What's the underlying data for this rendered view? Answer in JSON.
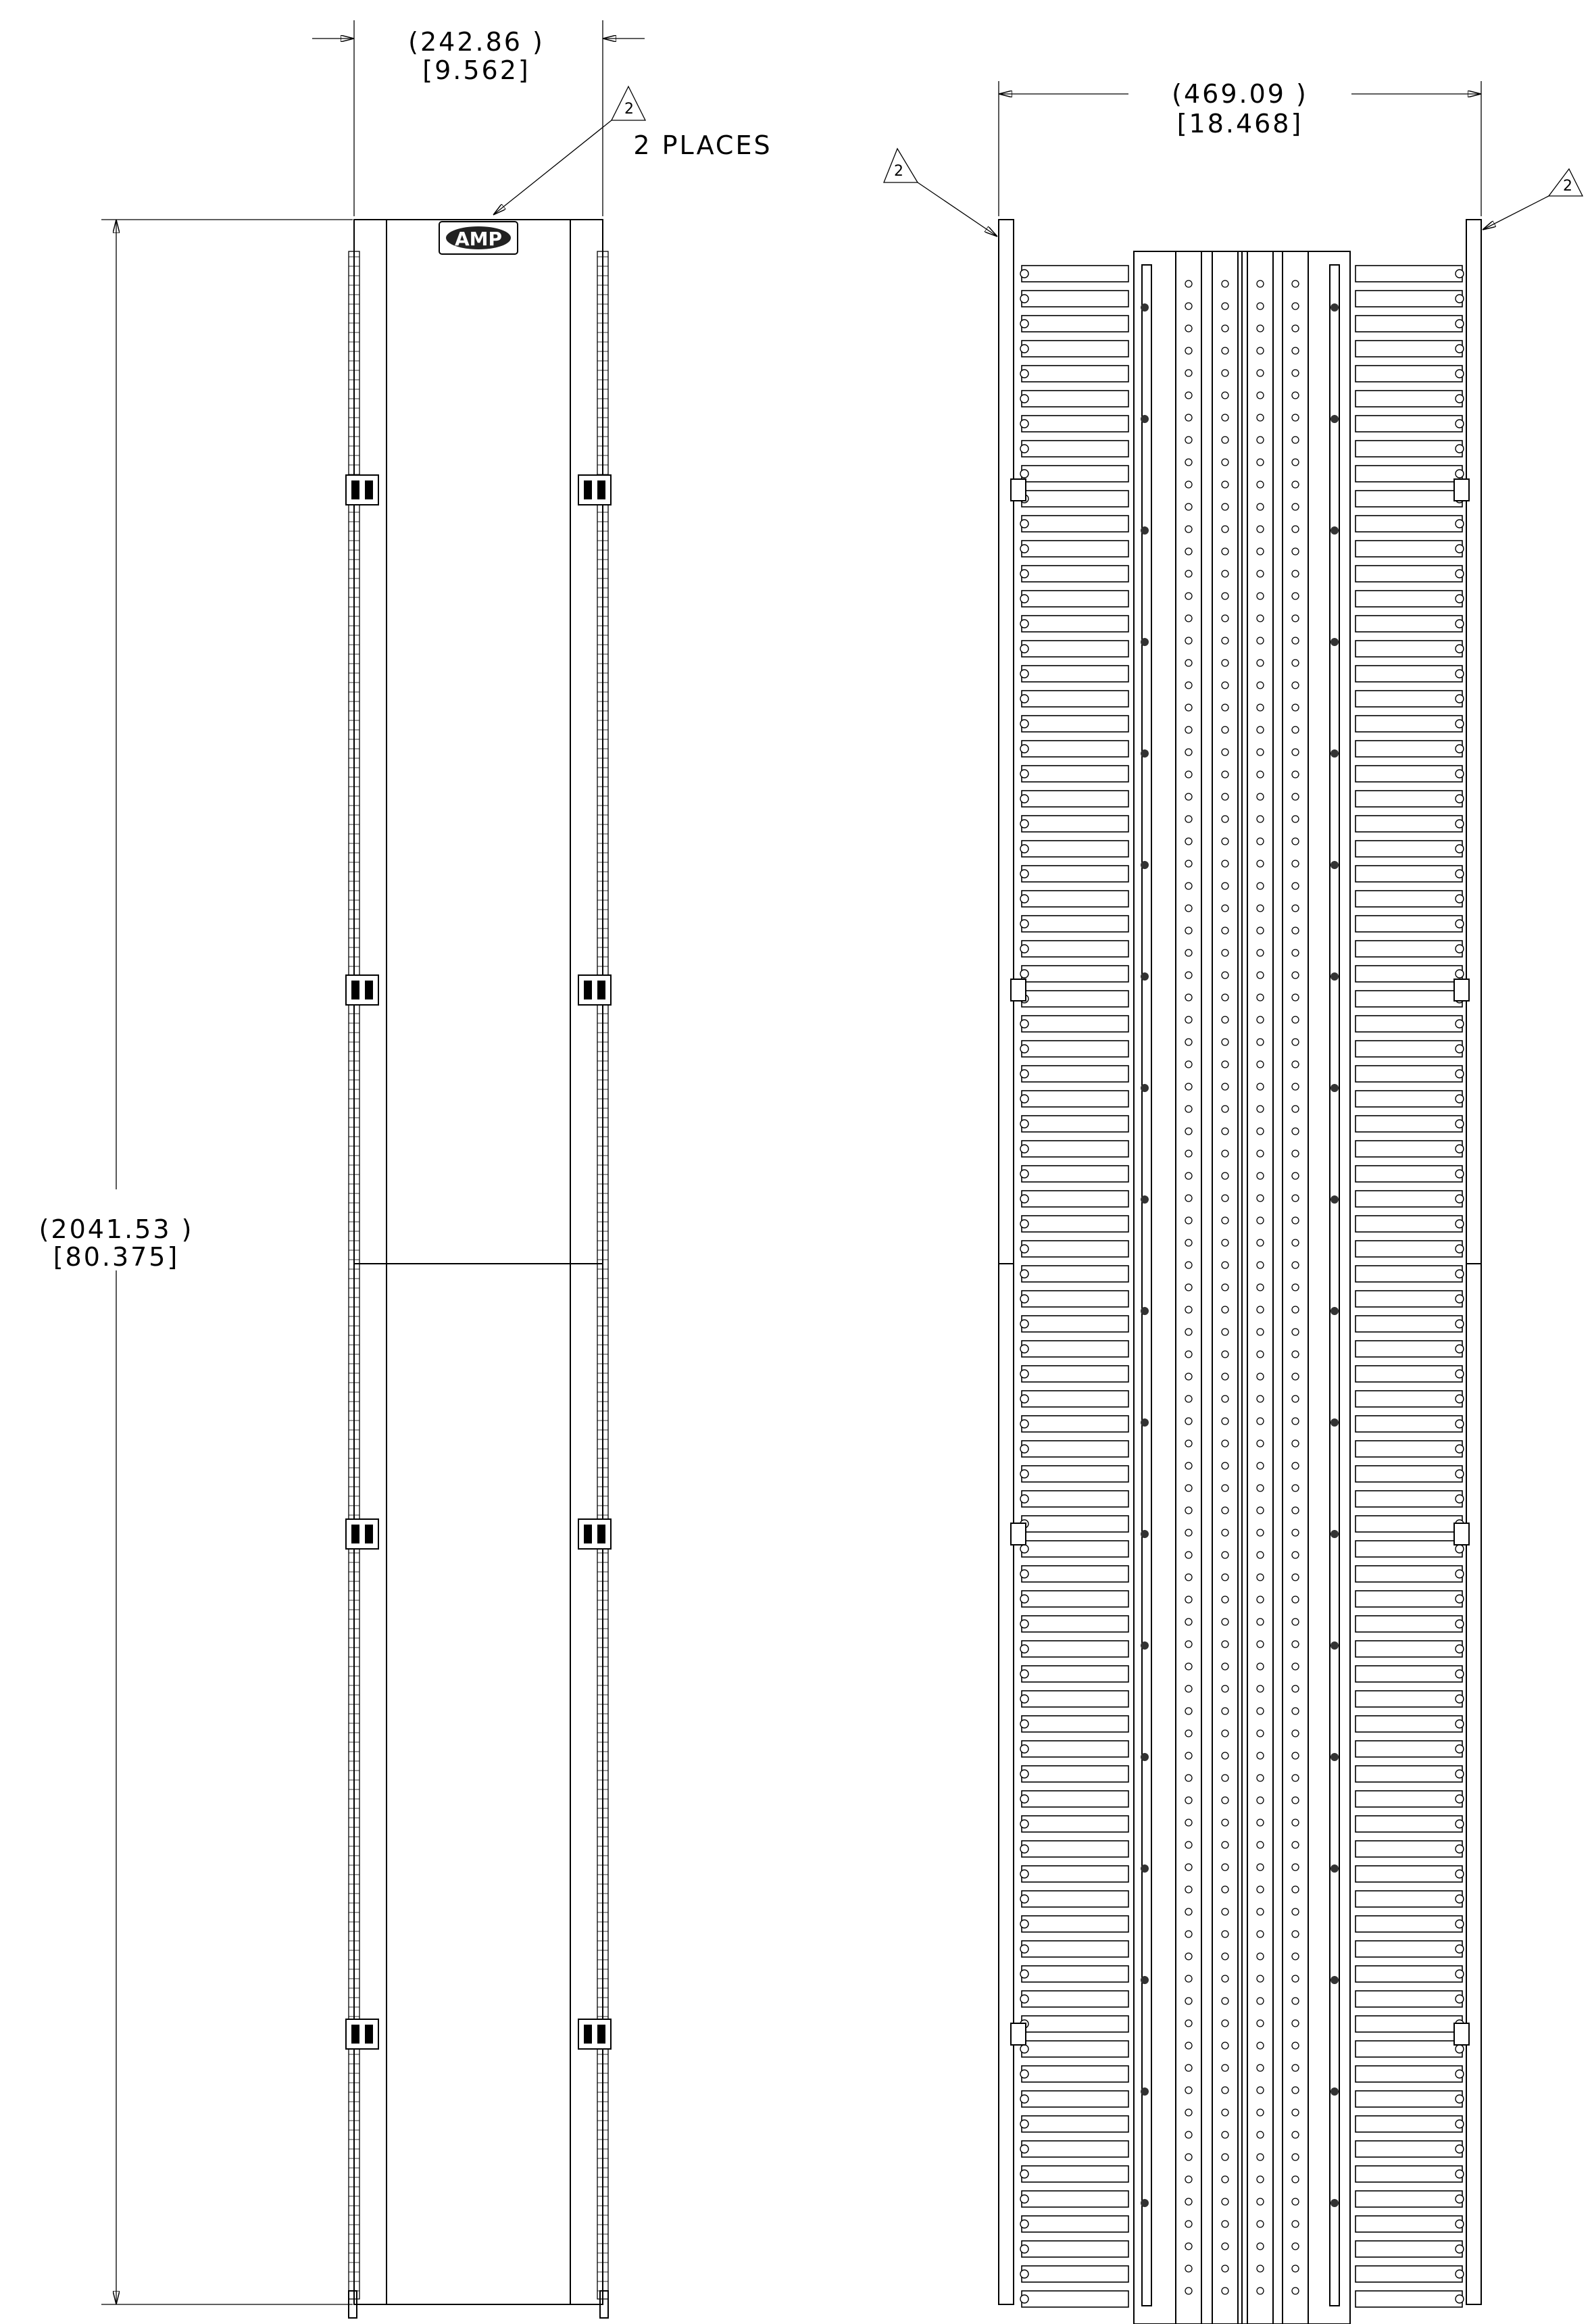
{
  "front_view": {
    "width_dim_mm": "(242.86 )",
    "width_dim_in": "[9.562]",
    "height_dim_mm": "(2041.53 )",
    "height_dim_in": "[80.375]",
    "callout_note": "2 PLACES",
    "logo_text": "AMP"
  },
  "side_view": {
    "width_dim_mm": "(469.09   )",
    "width_dim_in": "[18.468]"
  },
  "revision_flag": "2"
}
